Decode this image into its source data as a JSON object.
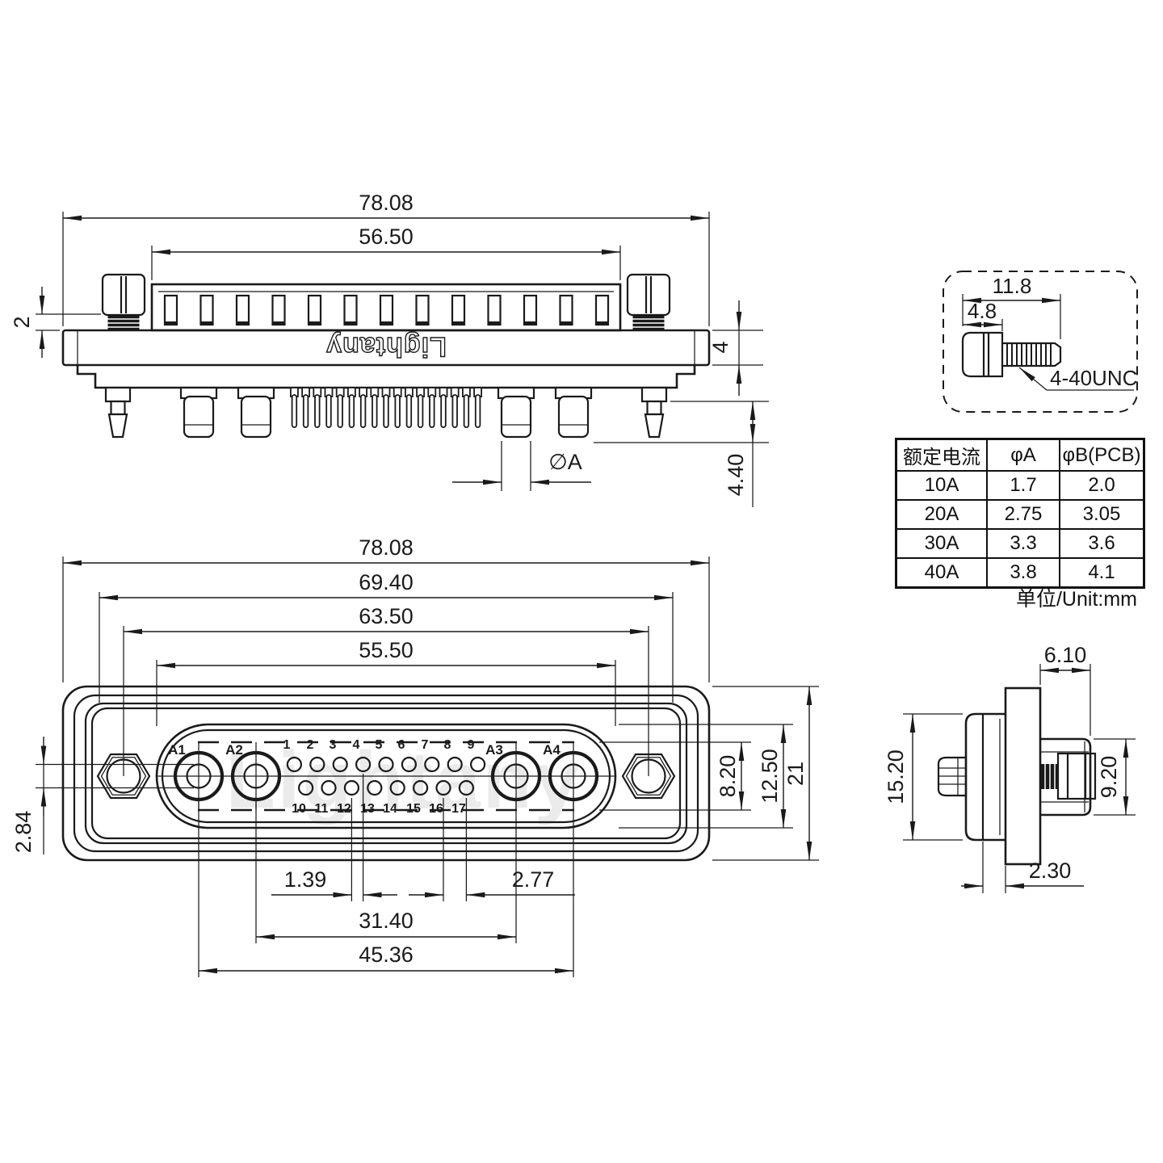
{
  "watermark": {
    "text": "Lightany",
    "color": "#ebebeb"
  },
  "rear_view": {
    "logo": "Lightany",
    "dim_overall_width": "78.08",
    "dim_housing_width": "56.50",
    "dim_thread_exposed": "2",
    "dim_flange_thickness": "4",
    "dim_pin_length": "4.40",
    "dim_power_pin_dia": "∅A"
  },
  "screw_detail": {
    "dim_overall_length": "11.8",
    "dim_head_length": "4.8",
    "thread_spec": "4-40UNC"
  },
  "spec_table": {
    "headers": [
      "额定电流",
      "φA",
      "φB(PCB)"
    ],
    "rows": [
      [
        "10A",
        "1.7",
        "2.0"
      ],
      [
        "20A",
        "2.75",
        "3.05"
      ],
      [
        "30A",
        "3.3",
        "3.6"
      ],
      [
        "40A",
        "3.8",
        "4.1"
      ]
    ],
    "unit_note": "单位/Unit:mm"
  },
  "front_view": {
    "dim_overall_width": "78.08",
    "dim_body_width": "69.40",
    "dim_screw_spacing": "63.50",
    "dim_shell_width": "55.50",
    "dim_row_spacing": "2.84",
    "dim_insert_height": "8.20",
    "dim_shell_height": "12.50",
    "dim_overall_height": "21",
    "dim_pin_offset": "1.39",
    "dim_pin_pitch": "2.77",
    "dim_a2_a3_spacing": "31.40",
    "dim_a1_a4_spacing": "45.36",
    "power_labels": [
      "A1",
      "A2",
      "A3",
      "A4"
    ],
    "pins_top": [
      "1",
      "2",
      "3",
      "4",
      "5",
      "6",
      "7",
      "8",
      "9"
    ],
    "pins_bottom": [
      "10",
      "11",
      "12",
      "13",
      "14",
      "15",
      "16",
      "17"
    ]
  },
  "side_view": {
    "dim_rear_depth": "6.10",
    "dim_shell_height": "15.20",
    "dim_body_height": "9.20",
    "dim_front_depth": "2.30"
  }
}
